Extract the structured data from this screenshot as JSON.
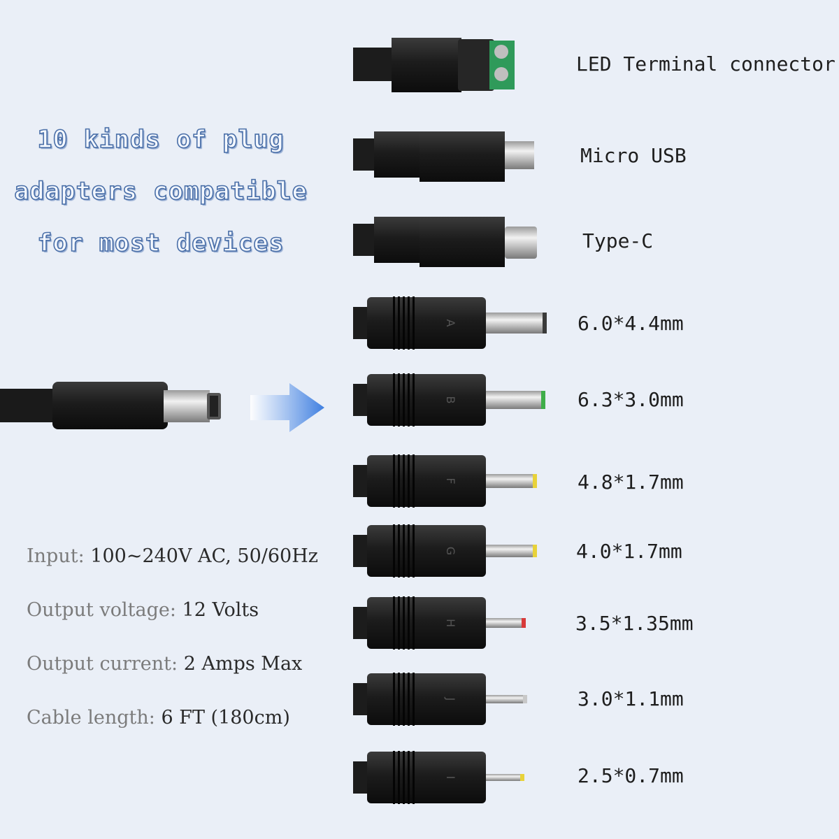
{
  "headline": {
    "line1": "10 kinds of plug",
    "line2": "adapters compatible",
    "line3": "for most devices"
  },
  "specs": [
    {
      "key": "Input:",
      "value": "100~240V AC, 50/60Hz"
    },
    {
      "key": "Output voltage:",
      "value": "12 Volts"
    },
    {
      "key": "Output current:",
      "value": "2 Amps Max"
    },
    {
      "key": "Cable length:",
      "value": "6 FT (180cm)"
    }
  ],
  "plugs": [
    {
      "label": "LED Terminal connector",
      "kind": "terminal"
    },
    {
      "label": "Micro USB",
      "kind": "micro-usb"
    },
    {
      "label": "Type-C",
      "kind": "type-c"
    },
    {
      "label": "6.0*4.4mm",
      "letter": "A",
      "tip": "#3a3a3a"
    },
    {
      "label": "6.3*3.0mm",
      "letter": "B",
      "tip": "#3fae49"
    },
    {
      "label": "4.8*1.7mm",
      "letter": "F",
      "tip": "#e8d23a"
    },
    {
      "label": "4.0*1.7mm",
      "letter": "G",
      "tip": "#e8d23a"
    },
    {
      "label": "3.5*1.35mm",
      "letter": "H",
      "tip": "#d83a3a"
    },
    {
      "label": "3.0*1.1mm",
      "letter": "J",
      "tip": "#c8c8c8"
    },
    {
      "label": "2.5*0.7mm",
      "letter": "I",
      "tip": "#e8d23a"
    }
  ],
  "colors": {
    "background": "#eaeff7",
    "arrow": "#3f7fe0",
    "terminal_block": "#2f9a5a"
  }
}
